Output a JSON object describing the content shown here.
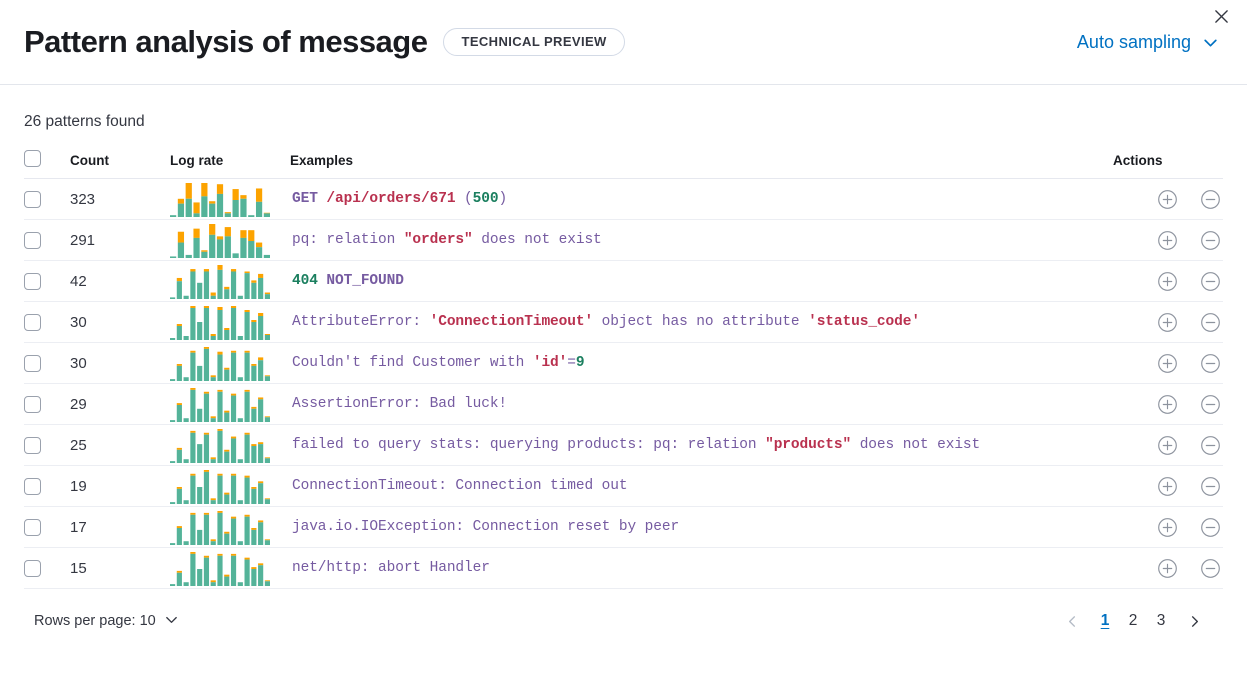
{
  "header": {
    "title": "Pattern analysis of message",
    "badge": "TECHNICAL PREVIEW",
    "sampling_label": "Auto sampling",
    "close_icon": "close-icon",
    "chevron_icon": "chevron-down-icon",
    "accent_color": "#0071c2"
  },
  "summary": {
    "patterns_found": "26 patterns found"
  },
  "table": {
    "columns": {
      "select_all": "",
      "count": "Count",
      "log_rate": "Log rate",
      "examples": "Examples",
      "actions": "Actions"
    },
    "rows": [
      {
        "count": "323",
        "example_plain": "GET /api/orders/671 (500)",
        "tokens": [
          {
            "t": "GET ",
            "c": "kw"
          },
          {
            "t": "/api/orders/671",
            "c": "string"
          },
          {
            "t": " (",
            "c": "default"
          },
          {
            "t": "500",
            "c": "number"
          },
          {
            "t": ")",
            "c": "default"
          }
        ],
        "sparkline": {
          "teal": [
            3,
            22,
            30,
            6,
            34,
            22,
            38,
            6,
            28,
            30,
            3,
            25,
            6
          ],
          "orange": [
            0,
            8,
            26,
            18,
            22,
            4,
            16,
            2,
            18,
            6,
            0,
            22,
            1
          ]
        }
      },
      {
        "count": "291",
        "example_plain": "pq: relation \"orders\" does not exist",
        "tokens": [
          {
            "t": "pq: relation ",
            "c": "default"
          },
          {
            "t": "\"orders\"",
            "c": "string"
          },
          {
            "t": " does not exist",
            "c": "default"
          }
        ],
        "sparkline": {
          "teal": [
            2,
            20,
            4,
            26,
            8,
            30,
            24,
            28,
            6,
            26,
            22,
            14,
            4
          ],
          "orange": [
            0,
            14,
            0,
            12,
            2,
            14,
            4,
            12,
            0,
            10,
            14,
            6,
            0
          ]
        }
      },
      {
        "count": "42",
        "example_plain": "404 NOT_FOUND",
        "tokens": [
          {
            "t": "404",
            "c": "number"
          },
          {
            "t": " NOT_FOUND",
            "c": "kw"
          }
        ],
        "sparkline": {
          "teal": [
            2,
            22,
            4,
            34,
            20,
            34,
            4,
            36,
            12,
            34,
            4,
            32,
            20,
            26,
            6
          ],
          "orange": [
            0,
            4,
            0,
            3,
            0,
            3,
            4,
            6,
            3,
            3,
            0,
            2,
            3,
            5,
            2
          ]
        }
      },
      {
        "count": "30",
        "example_plain": "AttributeError: 'ConnectionTimeout' object has no attribute 'status_code'",
        "tokens": [
          {
            "t": "AttributeError: ",
            "c": "default"
          },
          {
            "t": "'ConnectionTimeout'",
            "c": "string"
          },
          {
            "t": " object has no attribute ",
            "c": "default"
          },
          {
            "t": "'status_code'",
            "c": "string"
          }
        ],
        "sparkline": {
          "teal": [
            2,
            14,
            4,
            32,
            18,
            32,
            4,
            30,
            10,
            32,
            4,
            28,
            18,
            24,
            5
          ],
          "orange": [
            0,
            2,
            0,
            2,
            0,
            2,
            2,
            3,
            2,
            2,
            0,
            2,
            2,
            3,
            1
          ]
        }
      },
      {
        "count": "30",
        "example_plain": "Couldn't find Customer with 'id'=9",
        "tokens": [
          {
            "t": "Couldn't find Customer with ",
            "c": "default"
          },
          {
            "t": "'id'",
            "c": "string"
          },
          {
            "t": "=",
            "c": "default"
          },
          {
            "t": "9",
            "c": "number"
          }
        ],
        "sparkline": {
          "teal": [
            2,
            16,
            4,
            30,
            16,
            34,
            4,
            28,
            12,
            30,
            4,
            30,
            16,
            22,
            5
          ],
          "orange": [
            0,
            2,
            0,
            2,
            0,
            2,
            2,
            3,
            2,
            2,
            0,
            2,
            2,
            3,
            1
          ]
        }
      },
      {
        "count": "29",
        "example_plain": "AssertionError: Bad luck!",
        "tokens": [
          {
            "t": "AssertionError: Bad luck!",
            "c": "default"
          }
        ],
        "sparkline": {
          "teal": [
            2,
            18,
            4,
            34,
            14,
            30,
            4,
            32,
            10,
            28,
            4,
            32,
            14,
            24,
            5
          ],
          "orange": [
            0,
            2,
            0,
            2,
            0,
            2,
            2,
            2,
            2,
            2,
            0,
            2,
            2,
            2,
            1
          ]
        }
      },
      {
        "count": "25",
        "example_plain": "failed to query stats: querying products: pq: relation \"products\" does not exist",
        "tokens": [
          {
            "t": "failed to query stats: querying products: pq: relation ",
            "c": "default"
          },
          {
            "t": "\"products\"",
            "c": "string"
          },
          {
            "t": " does not exist",
            "c": "default"
          }
        ],
        "sparkline": {
          "teal": [
            2,
            14,
            4,
            32,
            20,
            30,
            4,
            34,
            12,
            26,
            4,
            30,
            18,
            20,
            5
          ],
          "orange": [
            0,
            2,
            0,
            2,
            0,
            2,
            2,
            2,
            2,
            2,
            0,
            2,
            2,
            2,
            1
          ]
        }
      },
      {
        "count": "19",
        "example_plain": "ConnectionTimeout: Connection timed out",
        "tokens": [
          {
            "t": "ConnectionTimeout: Connection timed out",
            "c": "default"
          }
        ],
        "sparkline": {
          "teal": [
            2,
            16,
            4,
            30,
            18,
            34,
            4,
            30,
            10,
            30,
            4,
            28,
            16,
            22,
            5
          ],
          "orange": [
            0,
            2,
            0,
            2,
            0,
            2,
            2,
            2,
            2,
            2,
            0,
            2,
            2,
            2,
            1
          ]
        }
      },
      {
        "count": "17",
        "example_plain": "java.io.IOException: Connection reset by peer",
        "tokens": [
          {
            "t": "java.io.IOException: Connection reset by peer",
            "c": "default"
          }
        ],
        "sparkline": {
          "teal": [
            2,
            18,
            4,
            32,
            16,
            32,
            4,
            34,
            12,
            28,
            4,
            30,
            16,
            24,
            5
          ],
          "orange": [
            0,
            2,
            0,
            2,
            0,
            2,
            2,
            2,
            2,
            2,
            0,
            2,
            2,
            2,
            1
          ]
        }
      },
      {
        "count": "15",
        "example_plain": "net/http: abort Handler",
        "tokens": [
          {
            "t": "net/http: abort Handler",
            "c": "default"
          }
        ],
        "sparkline": {
          "teal": [
            2,
            14,
            4,
            34,
            18,
            30,
            4,
            32,
            10,
            32,
            4,
            28,
            18,
            22,
            5
          ],
          "orange": [
            0,
            2,
            0,
            2,
            0,
            2,
            2,
            2,
            2,
            2,
            0,
            2,
            2,
            2,
            1
          ]
        }
      }
    ],
    "row_action_icons": [
      "circle-plus-icon",
      "circle-minus-icon"
    ]
  },
  "footer": {
    "rows_per_page_label": "Rows per page: 10",
    "pages": [
      "1",
      "2",
      "3"
    ],
    "current_page": "1",
    "prev_icon": "chevron-left-icon",
    "next_icon": "chevron-right-icon"
  },
  "colors": {
    "spark_teal": "#54b399",
    "spark_orange": "#fca300",
    "link": "#0071c2",
    "string": "#b9314f",
    "number": "#1b7f5f",
    "default_token": "#765ba1"
  }
}
